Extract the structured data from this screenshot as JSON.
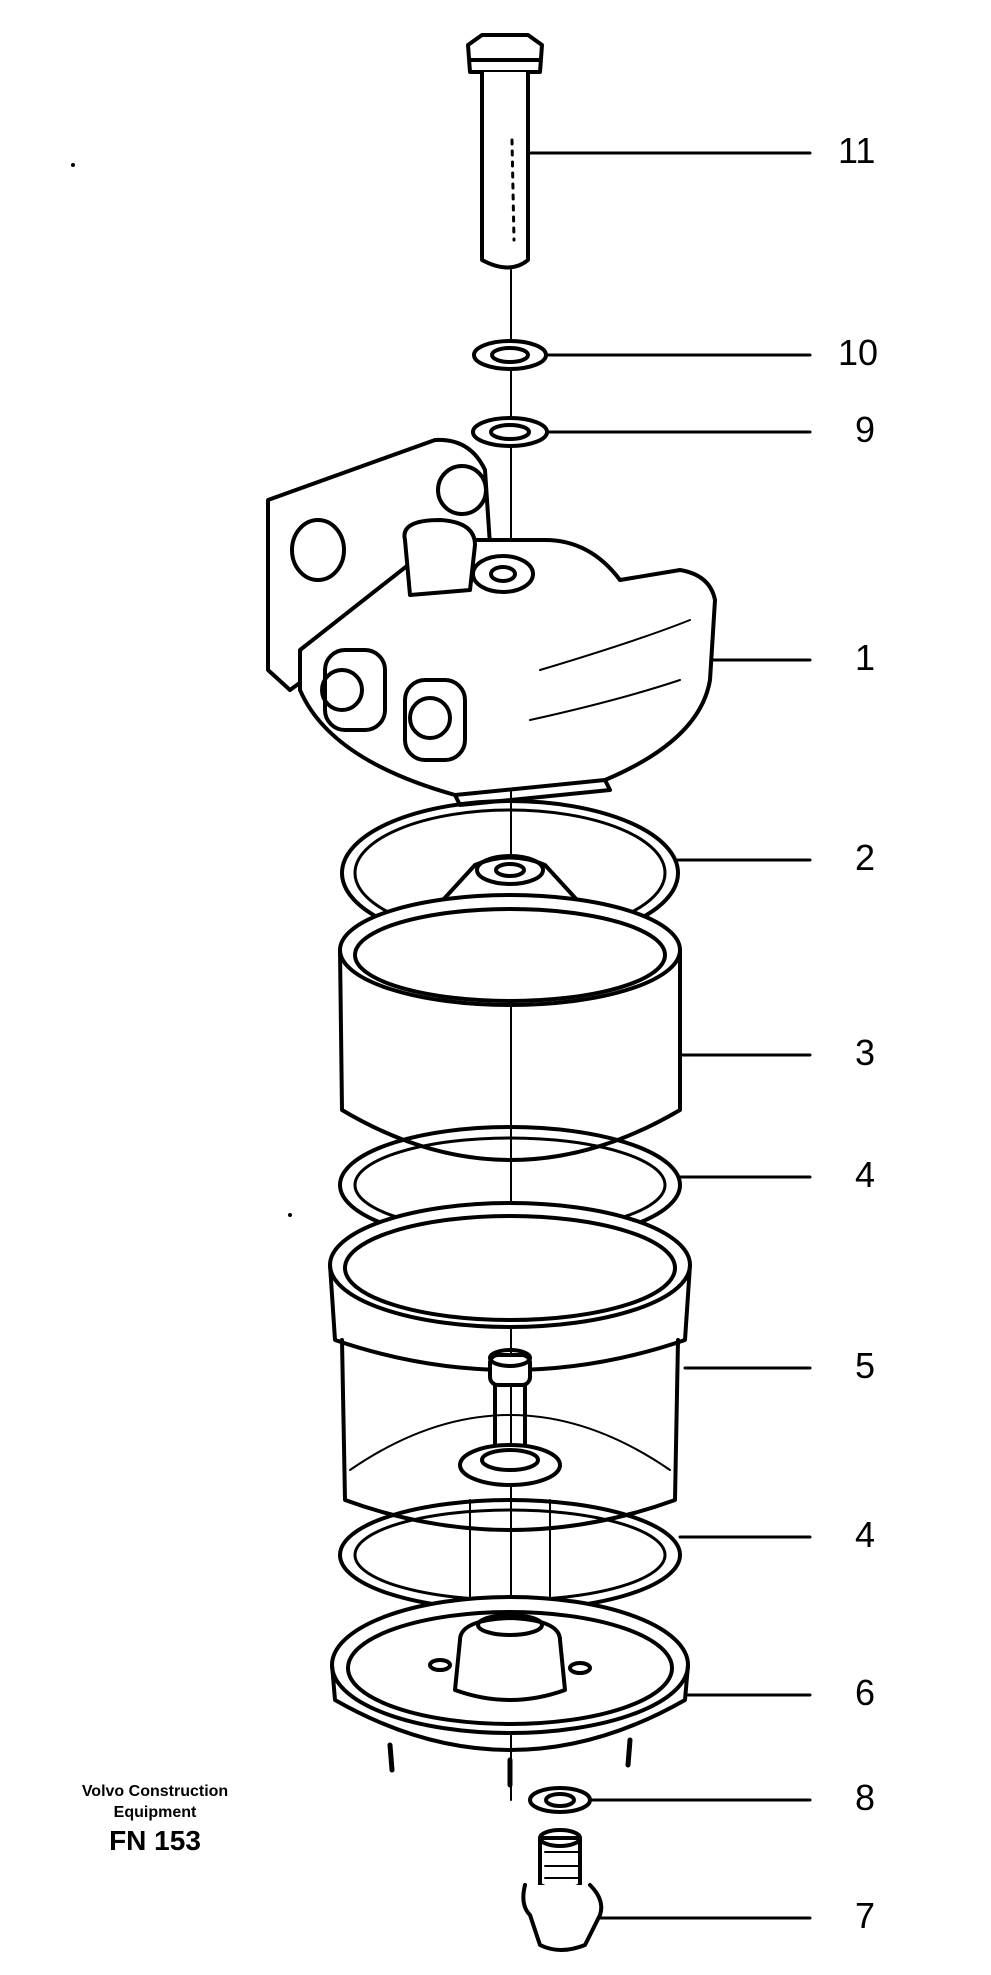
{
  "publisher": {
    "line1": "Volvo Construction",
    "line2": "Equipment",
    "figure_code": "FN 153"
  },
  "callouts": [
    "11",
    "10",
    "9",
    "1",
    "2",
    "3",
    "4",
    "5",
    "4",
    "6",
    "8",
    "7"
  ],
  "colors": {
    "ink": "#000000",
    "paper": "#ffffff"
  }
}
